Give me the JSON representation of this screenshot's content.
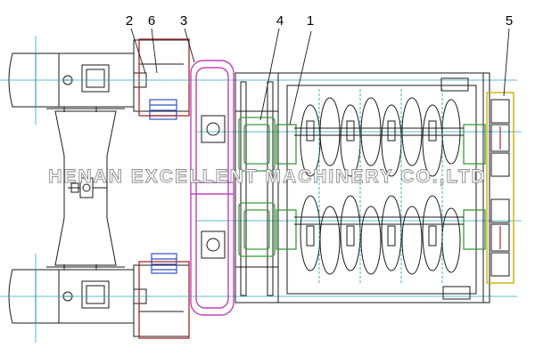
{
  "callouts": {
    "c1": "1",
    "c2": "2",
    "c3": "3",
    "c4": "4",
    "c5": "5",
    "c6": "6"
  },
  "watermark": "HENAN EXCELLENT MACHINERY CO.,LTD",
  "colors": {
    "line": "#1a1a1a",
    "centerline": "#2aa8c8",
    "coupling_frame": "#c040c0",
    "gear": "#3a9a3a",
    "bearing_box": "#a52a2a",
    "motor_fan": "#3050c8",
    "end_frame": "#c8b400",
    "hammer_dash": "#1aa0a0"
  }
}
